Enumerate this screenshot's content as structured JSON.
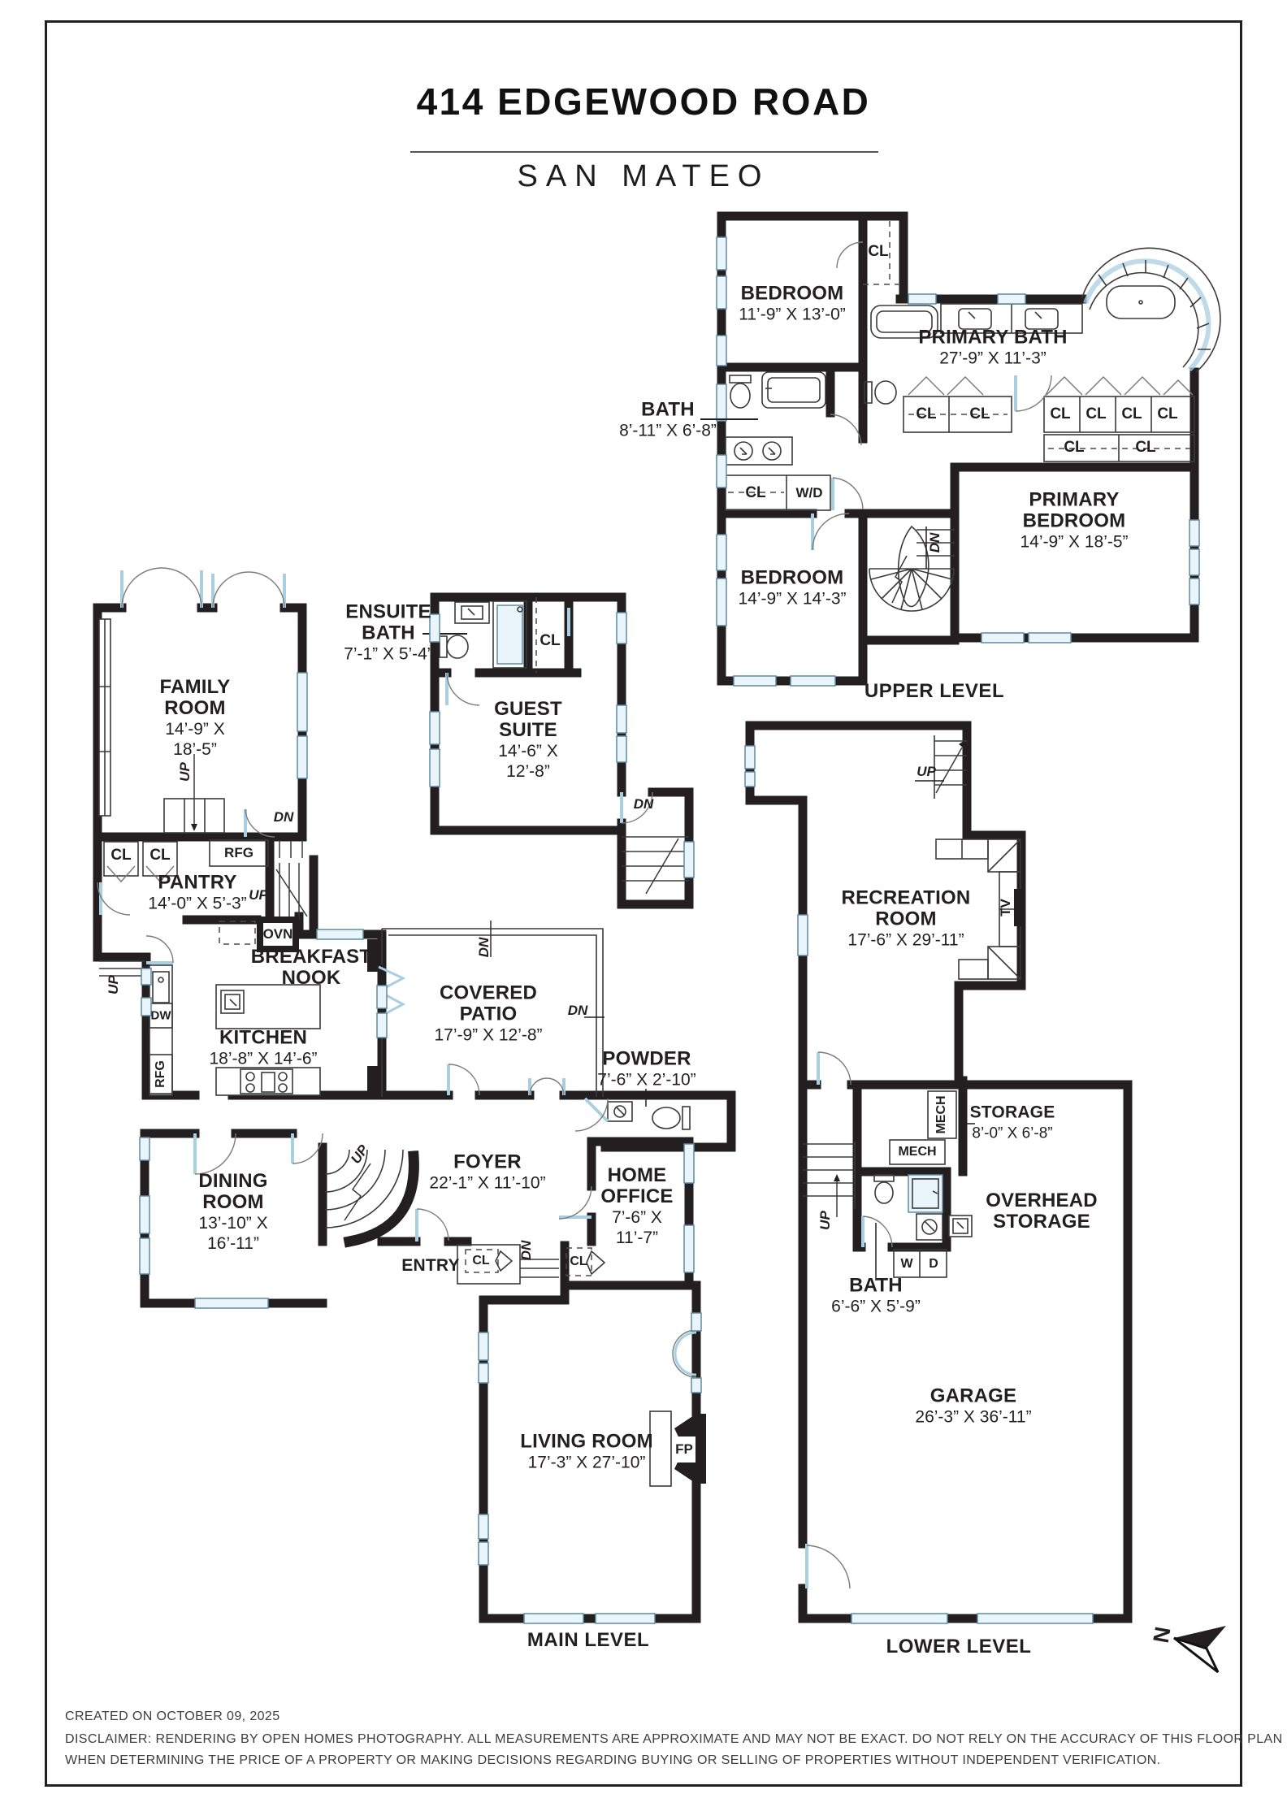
{
  "header": {
    "title": "414 EDGEWOOD ROAD",
    "subtitle": "SAN MATEO"
  },
  "levels": {
    "upper": "UPPER LEVEL",
    "main": "MAIN LEVEL",
    "lower": "LOWER LEVEL"
  },
  "rooms": {
    "bedroom1": {
      "name": "BEDROOM",
      "dims": "11’-9” X 13’-0”"
    },
    "primary_bath": {
      "name": "PRIMARY BATH",
      "dims": "27’-9” X 11’-3”"
    },
    "bath_upper": {
      "name": "BATH",
      "dims": "8’-11” X 6’-8”"
    },
    "bedroom2": {
      "name": "BEDROOM",
      "dims": "14’-9” X 14’-3”"
    },
    "primary_bedroom": {
      "name": "PRIMARY BEDROOM",
      "dims": "14’-9” X 18’-5”"
    },
    "family_room": {
      "name": "FAMILY ROOM",
      "dims": "14’-9” X 18’-5”"
    },
    "ensuite_bath": {
      "name": "ENSUITE BATH",
      "dims": "7’-1” X 5’-4”"
    },
    "guest_suite": {
      "name": "GUEST SUITE",
      "dims": "14’-6” X 12’-8”"
    },
    "pantry": {
      "name": "PANTRY",
      "dims": "14’-0” X 5’-3”"
    },
    "breakfast_nook": {
      "name": "BREAKFAST NOOK"
    },
    "kitchen": {
      "name": "KITCHEN",
      "dims": "18’-8” X 14’-6”"
    },
    "covered_patio": {
      "name": "COVERED PATIO",
      "dims": "17’-9” X 12’-8”"
    },
    "powder": {
      "name": "POWDER",
      "dims": "7’-6” X 2’-10”"
    },
    "dining_room": {
      "name": "DINING ROOM",
      "dims": "13’-10” X 16’-11”"
    },
    "foyer": {
      "name": "FOYER",
      "dims": "22’-1” X 11’-10”"
    },
    "home_office": {
      "name": "HOME OFFICE",
      "dims": "7’-6” X 11’-7”"
    },
    "entry": {
      "name": "ENTRY"
    },
    "living_room": {
      "name": "LIVING ROOM",
      "dims": "17’-3” X 27’-10”"
    },
    "recreation_room": {
      "name": "RECREATION ROOM",
      "dims": "17’-6” X 29’-11”"
    },
    "storage": {
      "name": "STORAGE",
      "dims": "8’-0” X 6’-8”"
    },
    "overhead_storage": {
      "name": "OVERHEAD STORAGE"
    },
    "bath_lower": {
      "name": "BATH",
      "dims": "6’-6” X 5’-9”"
    },
    "garage": {
      "name": "GARAGE",
      "dims": "26’-3” X 36’-11”"
    }
  },
  "tags": {
    "cl": "CL",
    "up": "UP",
    "dn": "DN",
    "rfg": "RFG",
    "ovn": "OVN",
    "dw": "DW",
    "wd": "W/D",
    "mech": "MECH",
    "tv": "TV",
    "fp": "FP",
    "w": "W",
    "d": "D",
    "north": "N"
  },
  "footer": {
    "created": "CREATED ON OCTOBER 09, 2025",
    "disclaimer_line1": "DISCLAIMER: RENDERING BY OPEN HOMES PHOTOGRAPHY. ALL MEASUREMENTS ARE APPROXIMATE AND MAY NOT BE EXACT. DO NOT RELY ON THE ACCURACY OF THIS FLOOR PLAN",
    "disclaimer_line2": "WHEN DETERMINING THE PRICE OF A PROPERTY OR MAKING DECISIONS REGARDING BUYING OR SELLING OF PROPERTIES WITHOUT INDEPENDENT VERIFICATION."
  },
  "colors": {
    "wall": "#231f20",
    "window": "#a9cfe3",
    "text": "#231f20"
  }
}
